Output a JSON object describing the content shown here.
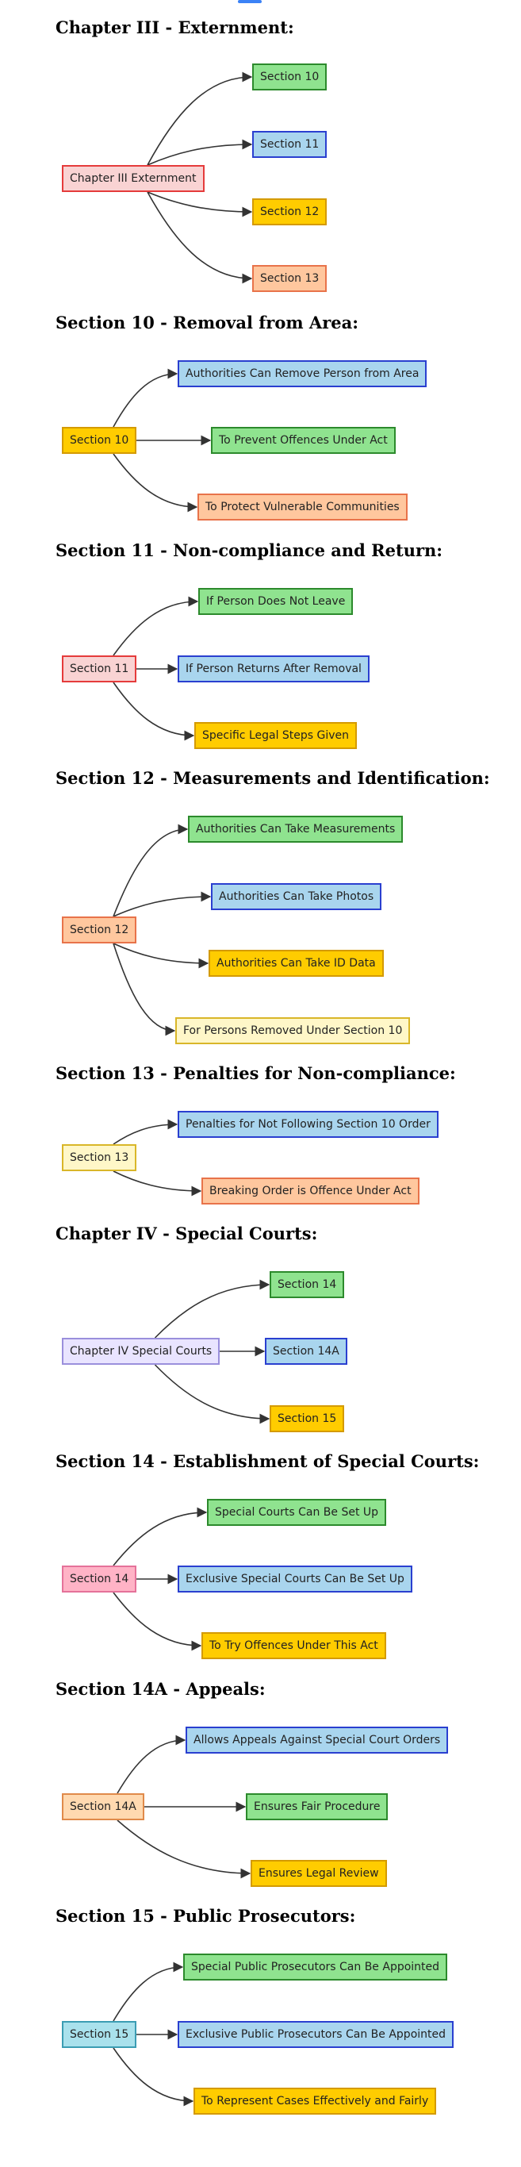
{
  "chapter3": {
    "heading": "Chapter III - Externment:",
    "root": "Chapter III Externment",
    "children": [
      "Section 10",
      "Section 11",
      "Section 12",
      "Section 13"
    ]
  },
  "section10": {
    "heading": "Section 10 - Removal from Area:",
    "root": "Section 10",
    "children": [
      "Authorities Can Remove Person from Area",
      "To Prevent Offences Under Act",
      "To Protect Vulnerable Communities"
    ]
  },
  "section11": {
    "heading": "Section 11 - Non-compliance and Return:",
    "root": "Section 11",
    "children": [
      "If Person Does Not Leave",
      "If Person Returns After Removal",
      "Specific Legal Steps Given"
    ]
  },
  "section12": {
    "heading": "Section 12 - Measurements and Identification:",
    "root": "Section 12",
    "children": [
      "Authorities Can Take Measurements",
      "Authorities Can Take Photos",
      "Authorities Can Take ID Data",
      "For Persons Removed Under Section 10"
    ]
  },
  "section13": {
    "heading": "Section 13 - Penalties for Non-compliance:",
    "root": "Section 13",
    "children": [
      "Penalties for Not Following Section 10 Order",
      "Breaking Order is Offence Under Act"
    ]
  },
  "chapter4": {
    "heading": "Chapter IV - Special Courts:",
    "root": "Chapter IV Special Courts",
    "children": [
      "Section 14",
      "Section 14A",
      "Section 15"
    ]
  },
  "section14": {
    "heading": "Section 14 - Establishment of Special Courts:",
    "root": "Section 14",
    "children": [
      "Special Courts Can Be Set Up",
      "Exclusive Special Courts Can Be Set Up",
      "To Try Offences Under This Act"
    ]
  },
  "section14a": {
    "heading": "Section 14A - Appeals:",
    "root": "Section 14A",
    "children": [
      "Allows Appeals Against Special Court Orders",
      "Ensures Fair Procedure",
      "Ensures Legal Review"
    ]
  },
  "section15": {
    "heading": "Section 15 - Public Prosecutors:",
    "root": "Section 15",
    "children": [
      "Special Public Prosecutors Can Be Appointed",
      "Exclusive Public Prosecutors Can Be Appointed",
      "To Represent Cases Effectively and Fairly"
    ]
  },
  "colors": {
    "edge": "#333333",
    "arrowhead": "#333333"
  }
}
